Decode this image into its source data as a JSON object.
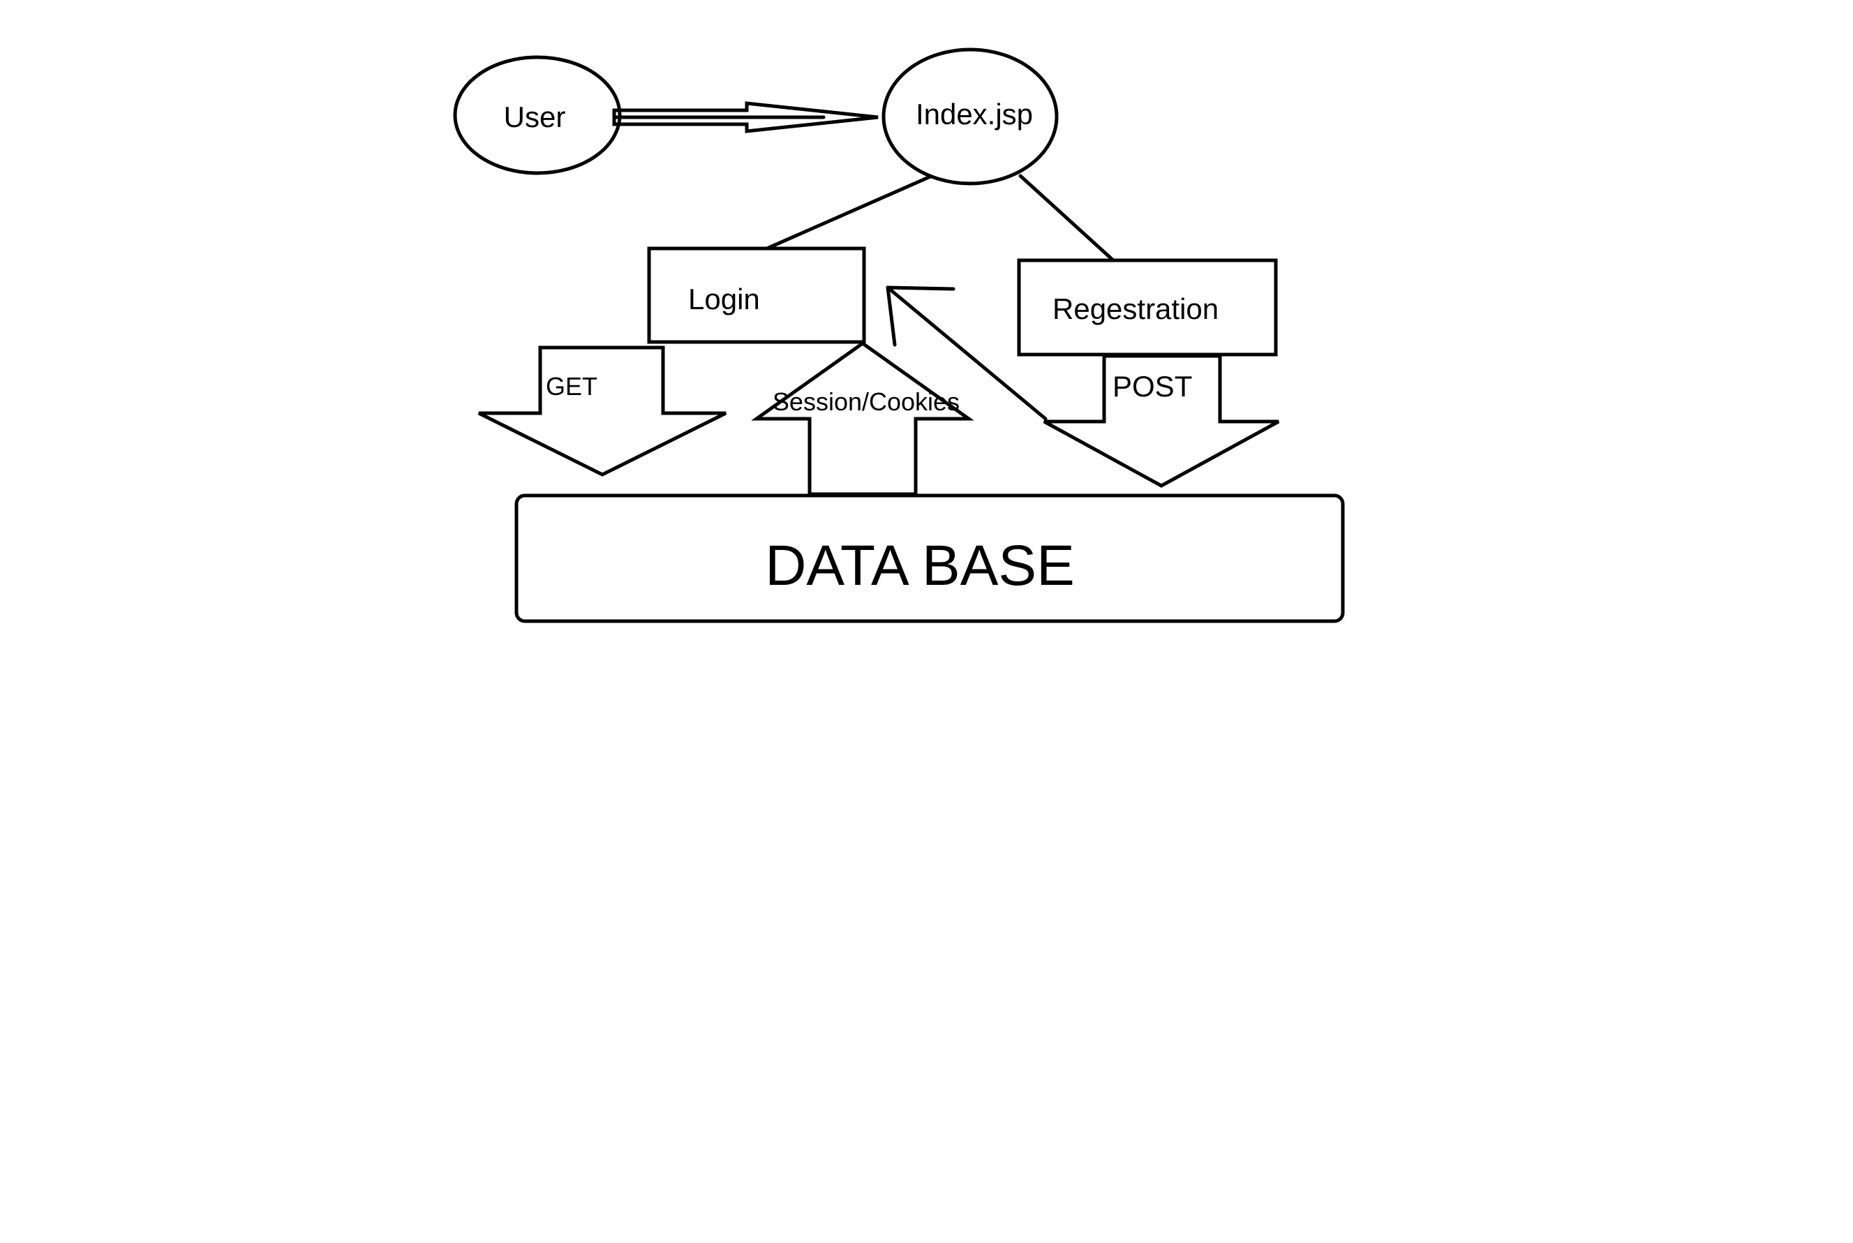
{
  "diagram": {
    "nodes": {
      "user": "User",
      "index": "Index.jsp",
      "login": "Login",
      "registration": "Regestration",
      "database": "DATA BASE"
    },
    "arrows": {
      "get": "GET",
      "session": "Session/Cookies",
      "post": "POST"
    },
    "colors": {
      "stroke": "#000000",
      "background": "#ffffff"
    }
  }
}
